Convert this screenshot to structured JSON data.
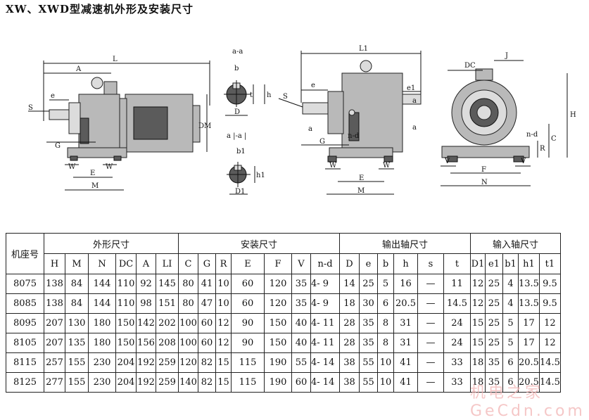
{
  "title": "XW、XWD型减速机外形及安装尺寸",
  "drawing_labels": {
    "front": {
      "L": "L",
      "A": "A",
      "S": "S",
      "e": "e",
      "G": "G",
      "DM": "DM",
      "W": "W",
      "E": "E",
      "M": "M"
    },
    "section_aa": {
      "aa": "a-a",
      "b": "b",
      "t": "t",
      "h": "h",
      "D": "D"
    },
    "section_aa2": {
      "aa": "a |-a |",
      "b1": "b1",
      "h1": "h1",
      "D1": "D1"
    },
    "middle": {
      "L1": "L1",
      "S": "S",
      "e": "e",
      "e1": "e1",
      "a": "a",
      "G": "G",
      "nd": "n-d",
      "W": "W",
      "E": "E",
      "M": "M"
    },
    "end": {
      "J": "J",
      "DC": "DC",
      "H": "H",
      "nd": "n-d",
      "C": "C",
      "R": "R",
      "V": "V",
      "F": "F",
      "N": "N"
    }
  },
  "table": {
    "row_header": "机座号",
    "groups": [
      {
        "label": "外形尺寸",
        "span": 6
      },
      {
        "label": "安装尺寸",
        "span": 7
      },
      {
        "label": "输出轴尺寸",
        "span": 6
      },
      {
        "label": "输入轴尺寸",
        "span": 5
      }
    ],
    "columns": [
      "H",
      "M",
      "N",
      "DC",
      "A",
      "LI",
      "C",
      "G",
      "R",
      "E",
      "F",
      "V",
      "n-d",
      "D",
      "e",
      "b",
      "h",
      "s",
      "t",
      "D1",
      "e1",
      "b1",
      "h1",
      "t1"
    ],
    "rows": [
      [
        "8075",
        "138",
        "84",
        "144",
        "110",
        "92",
        "145",
        "80",
        "41",
        "10",
        "60",
        "120",
        "35",
        "4- 9",
        "14",
        "25",
        "5",
        "16",
        "—",
        "11",
        "12",
        "25",
        "4",
        "13.5",
        "9.5"
      ],
      [
        "8085",
        "138",
        "84",
        "144",
        "110",
        "98",
        "151",
        "80",
        "47",
        "10",
        "60",
        "120",
        "35",
        "4- 9",
        "18",
        "30",
        "6",
        "20.5",
        "—",
        "14.5",
        "12",
        "25",
        "4",
        "13.5",
        "9.5"
      ],
      [
        "8095",
        "207",
        "130",
        "180",
        "150",
        "142",
        "202",
        "100",
        "60",
        "12",
        "90",
        "150",
        "40",
        "4- 11",
        "28",
        "35",
        "8",
        "31",
        "—",
        "24",
        "15",
        "25",
        "5",
        "17",
        "12"
      ],
      [
        "8105",
        "207",
        "135",
        "180",
        "150",
        "156",
        "208",
        "100",
        "60",
        "12",
        "90",
        "150",
        "40",
        "4- 11",
        "28",
        "35",
        "8",
        "31",
        "—",
        "24",
        "15",
        "25",
        "5",
        "17",
        "12"
      ],
      [
        "8115",
        "257",
        "155",
        "230",
        "204",
        "192",
        "259",
        "120",
        "82",
        "15",
        "115",
        "190",
        "55",
        "4- 14",
        "38",
        "55",
        "10",
        "41",
        "—",
        "33",
        "18",
        "35",
        "6",
        "20.5",
        "14.5"
      ],
      [
        "8125",
        "277",
        "155",
        "230",
        "204",
        "192",
        "259",
        "140",
        "82",
        "15",
        "115",
        "190",
        "60",
        "4- 14",
        "38",
        "55",
        "10",
        "41",
        "—",
        "33",
        "18",
        "35",
        "6",
        "20.5",
        "14.5"
      ]
    ]
  },
  "watermark": "机电之家 GeCdn.com"
}
